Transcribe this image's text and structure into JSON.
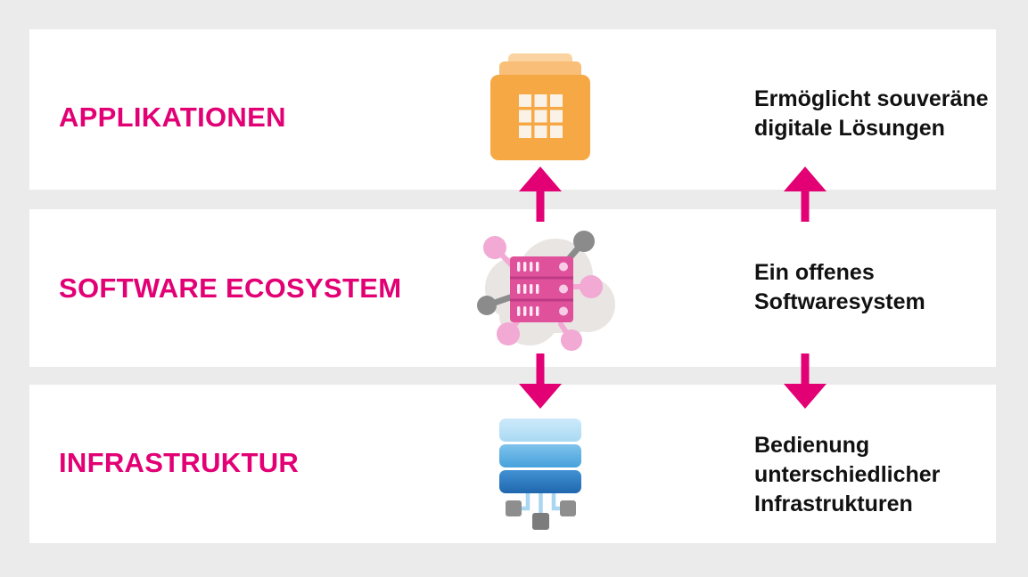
{
  "colors": {
    "background": "#ebebeb",
    "panel": "#ffffff",
    "accent_magenta": "#e20074",
    "text_black": "#111111",
    "app_orange": "#f6a845",
    "app_orange_mid": "#f9be77",
    "app_orange_light": "#fbd3a0",
    "server_pink": "#e0519c",
    "node_pink": "#f2a9d4",
    "node_gray": "#8b8b8b",
    "cloud_gray": "#e9e5e2",
    "infra_blue_light": "#a9d9f3",
    "infra_blue_dark": "#1f67ae"
  },
  "rows": [
    {
      "label": "APPLIKATIONEN",
      "icon": "app-window-grid-icon",
      "description_lines": [
        "Ermöglicht souveräne",
        "digitale Lösungen"
      ]
    },
    {
      "label": "SOFTWARE ECOSYSTEM",
      "icon": "cloud-server-network-icon",
      "description_lines": [
        "Ein offenes",
        "Softwaresystem"
      ]
    },
    {
      "label": "INFRASTRUKTUR",
      "icon": "server-stack-connections-icon",
      "description_lines": [
        "Bedienung",
        "unterschiedlicher",
        "Infrastrukturen"
      ]
    }
  ],
  "arrows": [
    {
      "direction": "up",
      "column": "icon"
    },
    {
      "direction": "up",
      "column": "text"
    },
    {
      "direction": "down",
      "column": "icon"
    },
    {
      "direction": "down",
      "column": "text"
    }
  ]
}
